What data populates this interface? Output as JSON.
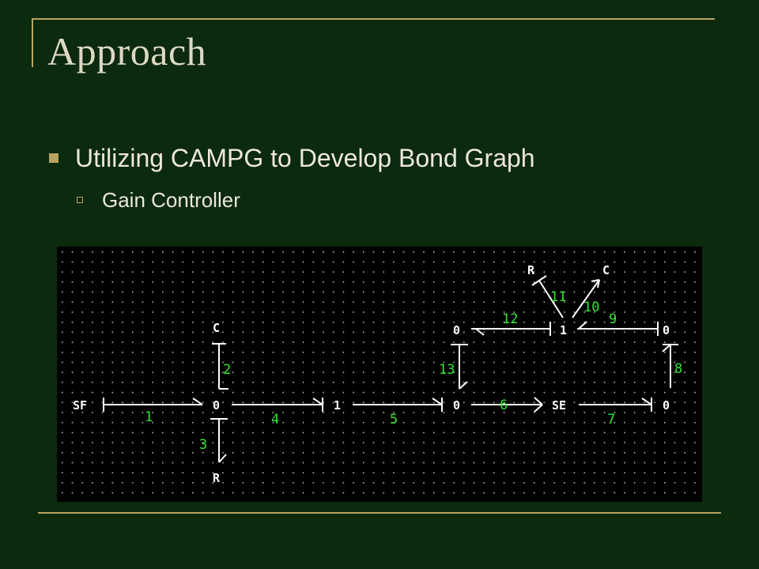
{
  "slide": {
    "title": "Approach",
    "bullets": [
      {
        "text": "Utilizing CAMPG to Develop Bond Graph"
      },
      {
        "text": "Gain Controller"
      }
    ]
  },
  "diagram": {
    "nodes": {
      "sf": "SF",
      "zero_a": "0",
      "c_a": "C",
      "r_a": "R",
      "one_a": "1",
      "zero_b": "0",
      "se": "SE",
      "zero_c": "0",
      "zero_d": "0",
      "one_b": "1",
      "r_b": "R",
      "c_b": "C",
      "zero_e": "0"
    },
    "bonds": {
      "b1": "1",
      "b2": "2",
      "b3": "3",
      "b4": "4",
      "b5": "5",
      "b6": "6",
      "b7": "7",
      "b8": "8",
      "b9": "9",
      "b10": "10",
      "b11": "11",
      "b12": "12",
      "b13": "13"
    }
  },
  "colors": {
    "background": "#0c2a0d",
    "accent": "#b8a463",
    "diagram_background": "#000000",
    "node_text": "#ffffff",
    "bond_number": "#33e633"
  }
}
